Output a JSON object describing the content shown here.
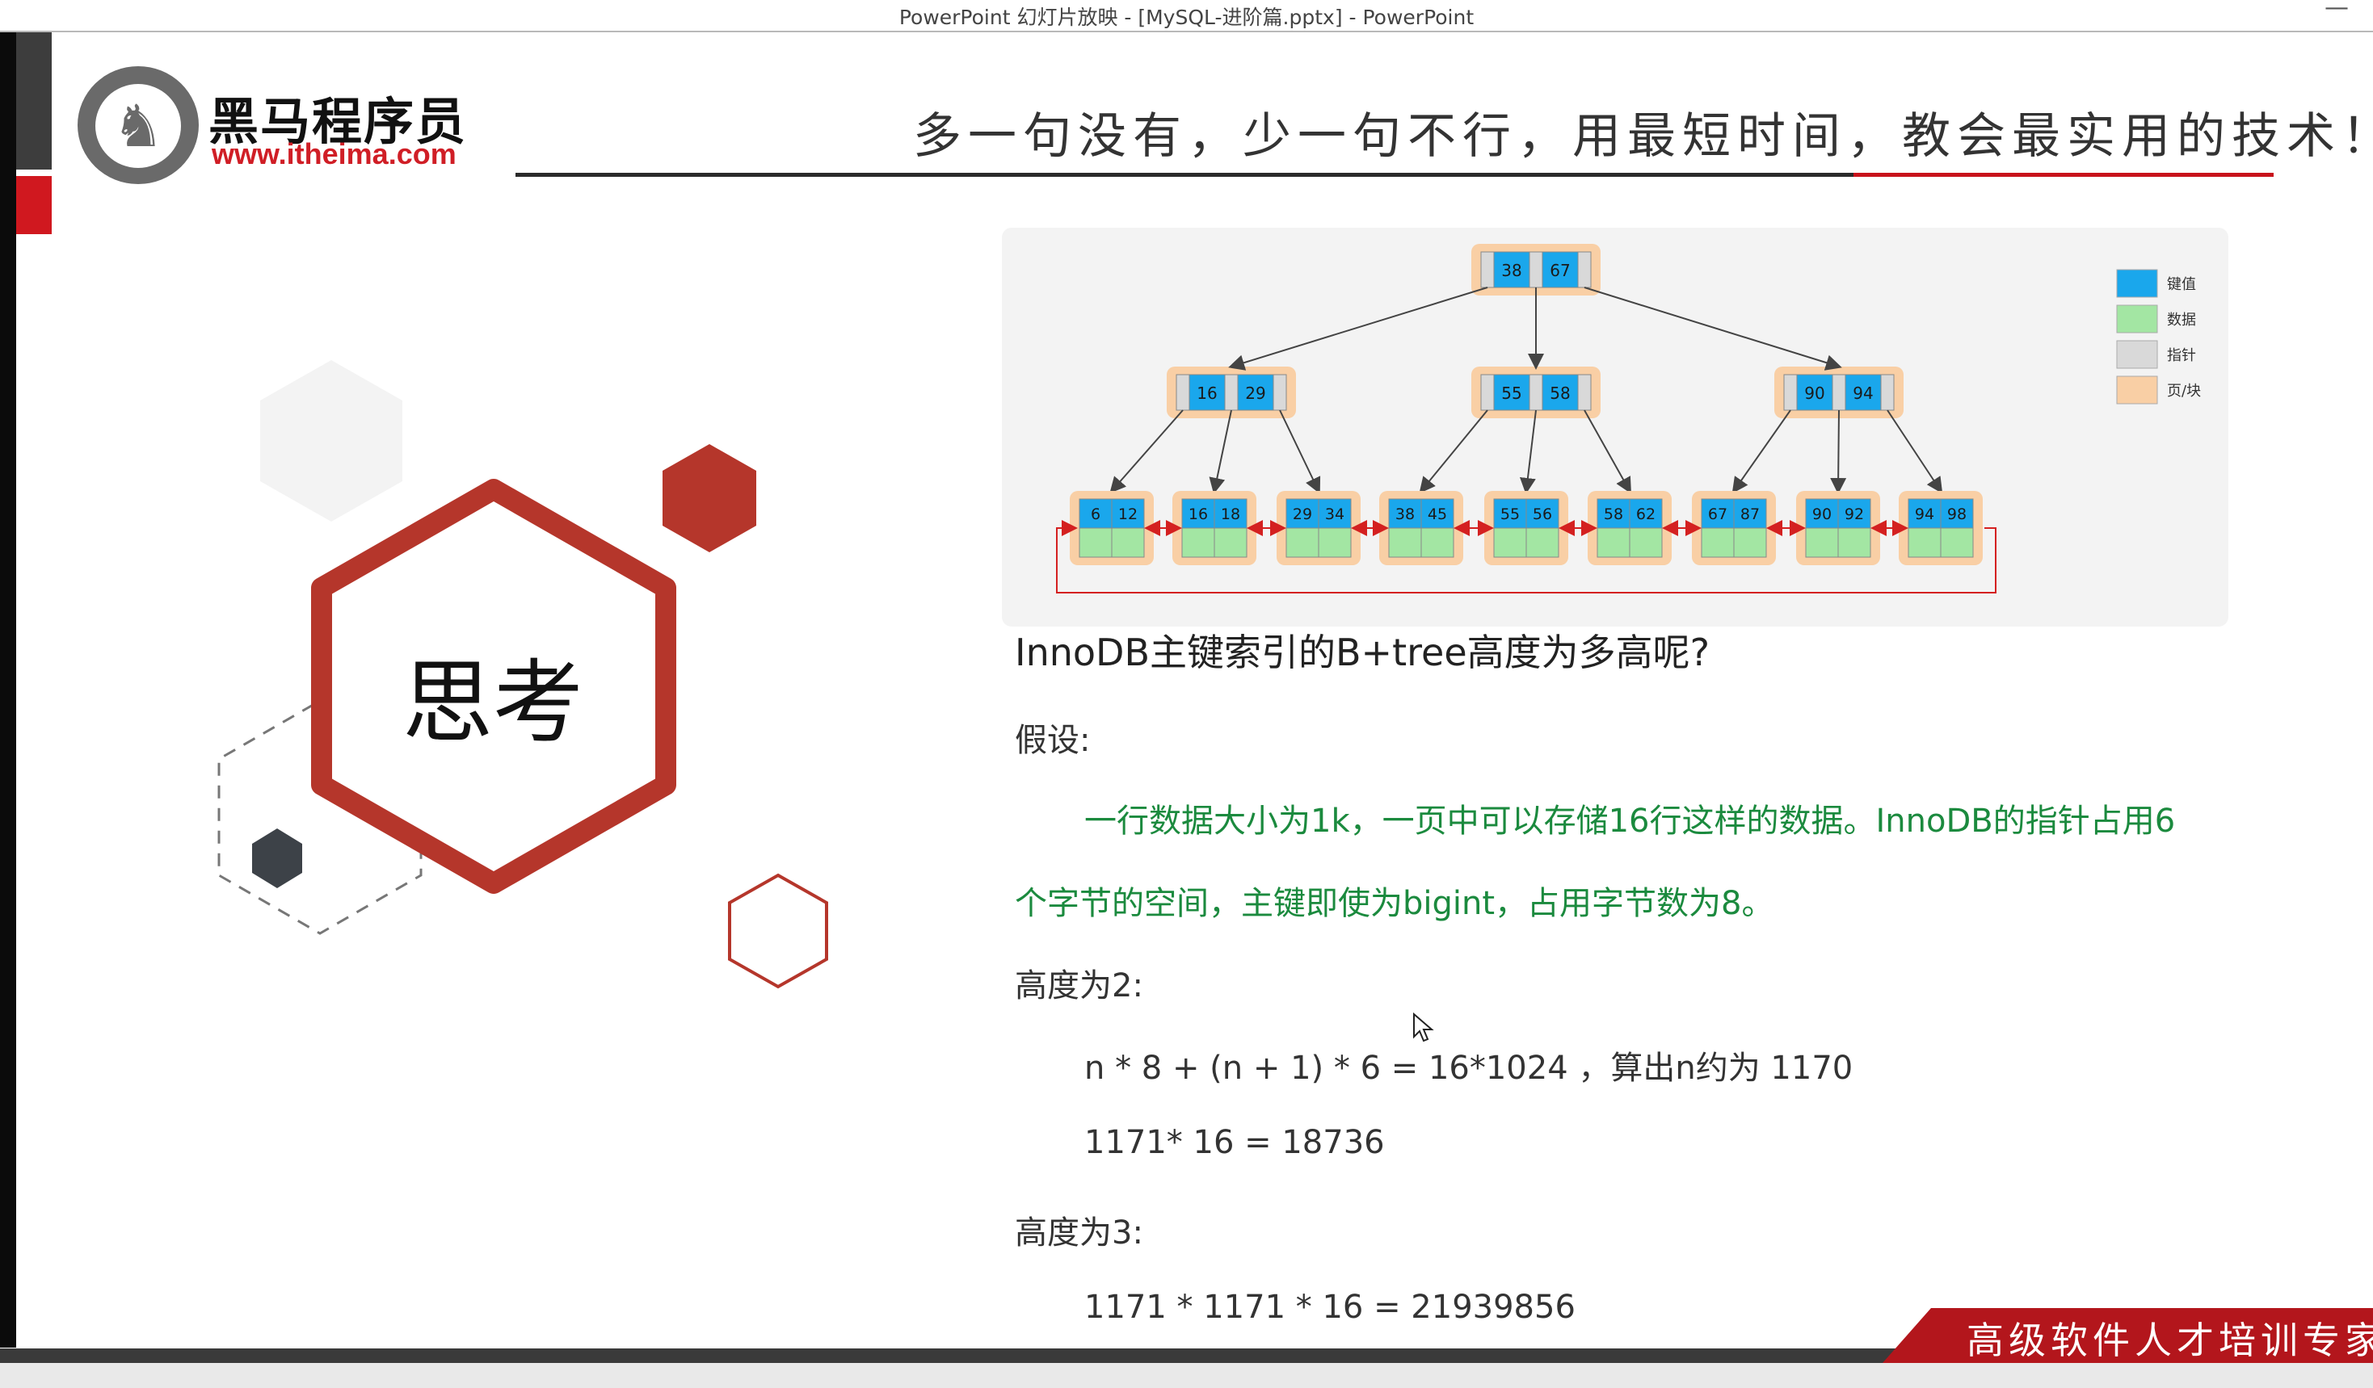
{
  "window": {
    "title": "PowerPoint 幻灯片放映 - [MySQL-进阶篇.pptx] - PowerPoint",
    "minimize_glyph": "—"
  },
  "logo": {
    "name": "黑马程序员",
    "url": "www.itheima.com",
    "icon": "horse-head-icon"
  },
  "slide": {
    "slogan": "多一句没有，少一句不行，用最短时间，教会最实用的技术！",
    "think_label": "思考",
    "question": "InnoDB主键索引的B+tree高度为多高呢?",
    "assume_label": "假设:",
    "assumption_line1": "一行数据大小为1k，一页中可以存储16行这样的数据。InnoDB的指针占用6",
    "assumption_line2": "个字节的空间，主键即使为bigint，占用字节数为8。",
    "height2_label": "高度为2:",
    "height2_formula": "n * 8 + (n + 1) * 6 = 16*1024 ，算出n约为 1170",
    "height2_result": "1171* 16 = 18736",
    "height3_label": "高度为3:",
    "height3_result": "1171 * 1171 * 16 = 21939856",
    "badge_text": "高级软件人才培训专家"
  },
  "btree": {
    "root": [
      38,
      67
    ],
    "internal": [
      [
        16,
        29
      ],
      [
        55,
        58
      ],
      [
        90,
        94
      ]
    ],
    "leaves": [
      [
        6,
        12
      ],
      [
        16,
        18
      ],
      [
        29,
        34
      ],
      [
        38,
        45
      ],
      [
        55,
        56
      ],
      [
        58,
        62
      ],
      [
        67,
        87
      ],
      [
        90,
        92
      ],
      [
        94,
        98
      ]
    ],
    "legend": [
      {
        "label": "键值",
        "color": "#1aa7ec"
      },
      {
        "label": "数据",
        "color": "#a3e6a3"
      },
      {
        "label": "指针",
        "color": "#d9d9d9"
      },
      {
        "label": "页/块",
        "color": "#f9cfa5"
      }
    ]
  },
  "colors": {
    "brand_red": "#c8131b",
    "text_green": "#1b8a3e",
    "hex_red": "#b5362b",
    "hex_dark": "#3d4248",
    "key_blue": "#1aa7ec",
    "data_green": "#a3e6a3",
    "pointer_grey": "#d9d9d9",
    "page_orange": "#f9cfa5"
  }
}
